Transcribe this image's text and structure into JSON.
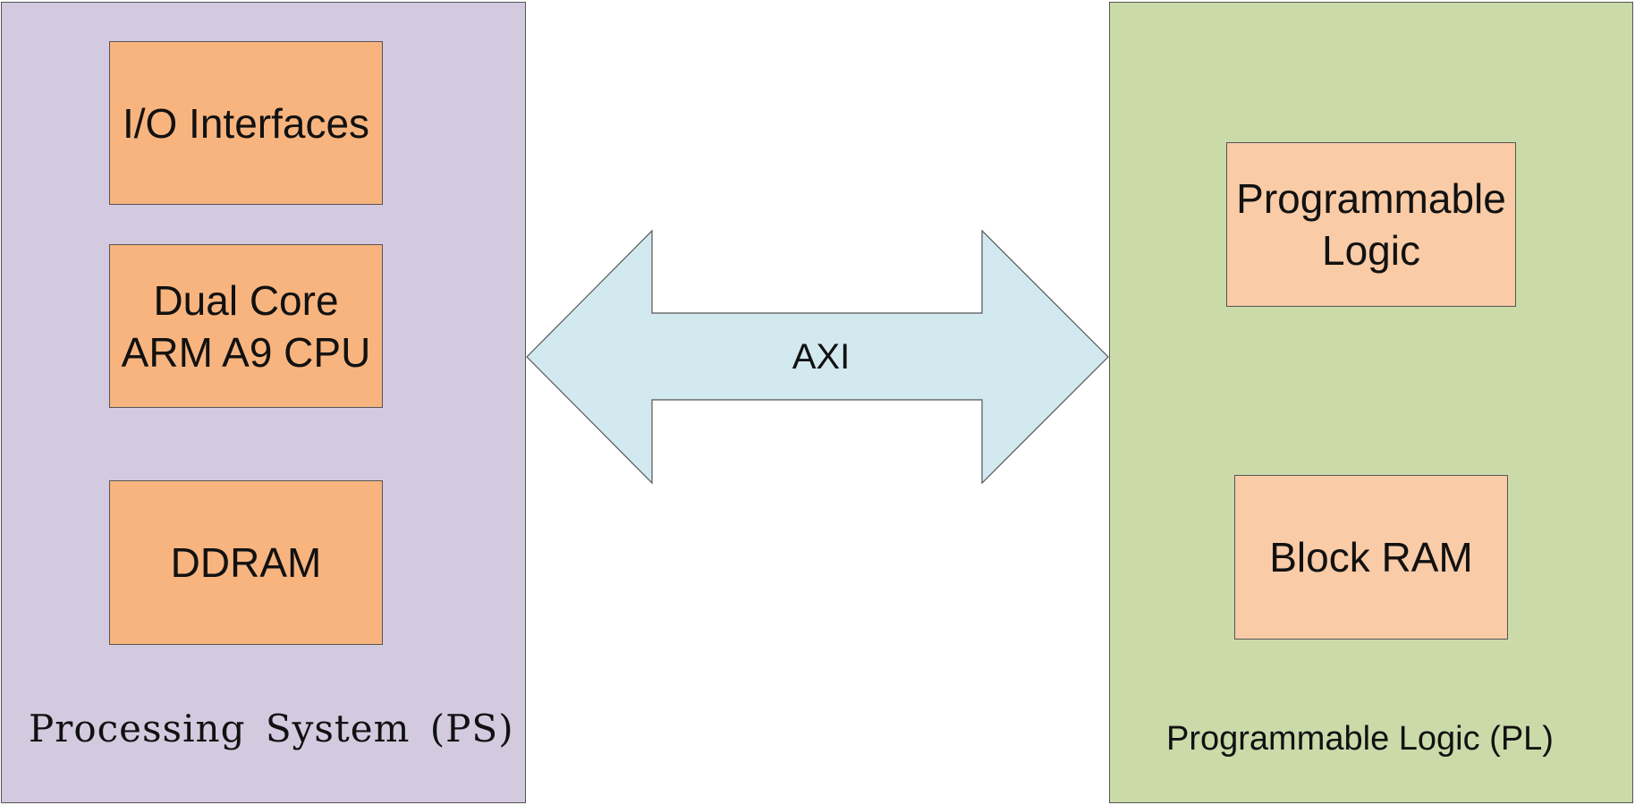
{
  "colors": {
    "ps_panel": "#d3cae0",
    "pl_panel": "#cadaa9",
    "ps_block": "#f8b47e",
    "pl_block": "#f9cba6",
    "axi_arrow": "#d2e9ef"
  },
  "processing_system": {
    "label": "Processing System (PS)",
    "blocks": [
      {
        "line1": "I/O Interfaces",
        "line2": ""
      },
      {
        "line1": "Dual Core",
        "line2": "ARM A9 CPU"
      },
      {
        "line1": "DDRAM",
        "line2": ""
      }
    ]
  },
  "programmable_logic": {
    "label": "Programmable Logic (PL)",
    "blocks": [
      {
        "line1": "Programmable",
        "line2": "Logic"
      },
      {
        "line1": "Block RAM",
        "line2": ""
      }
    ]
  },
  "connection": {
    "label": "AXI",
    "direction": "bidirectional"
  }
}
